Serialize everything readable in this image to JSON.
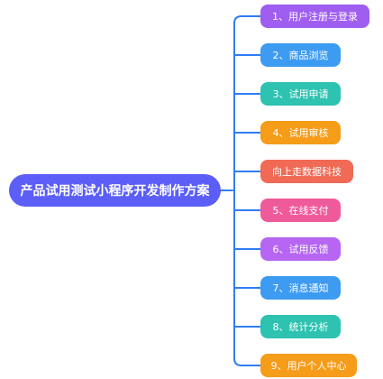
{
  "root": {
    "label": "产品试用测试小程序开发制作方案"
  },
  "branches": [
    {
      "label": "1、用户注册与登录"
    },
    {
      "label": "2、商品浏览"
    },
    {
      "label": "3、试用申请"
    },
    {
      "label": "4、试用审核"
    },
    {
      "label": "向上走数据科技"
    },
    {
      "label": "5、在线支付"
    },
    {
      "label": "6、试用反馈"
    },
    {
      "label": "7、消息通知"
    },
    {
      "label": "8、统计分析"
    },
    {
      "label": "9、用户个人中心"
    }
  ],
  "colors": {
    "root": "#5b5ef7",
    "connector": "#2f7df5",
    "branches": [
      "#a05ef0",
      "#3d9bf2",
      "#2ec2b0",
      "#f59c19",
      "#f06a55",
      "#ef5b9a",
      "#b666f2",
      "#3d9bf2",
      "#2ec2b0",
      "#f59c19"
    ]
  }
}
